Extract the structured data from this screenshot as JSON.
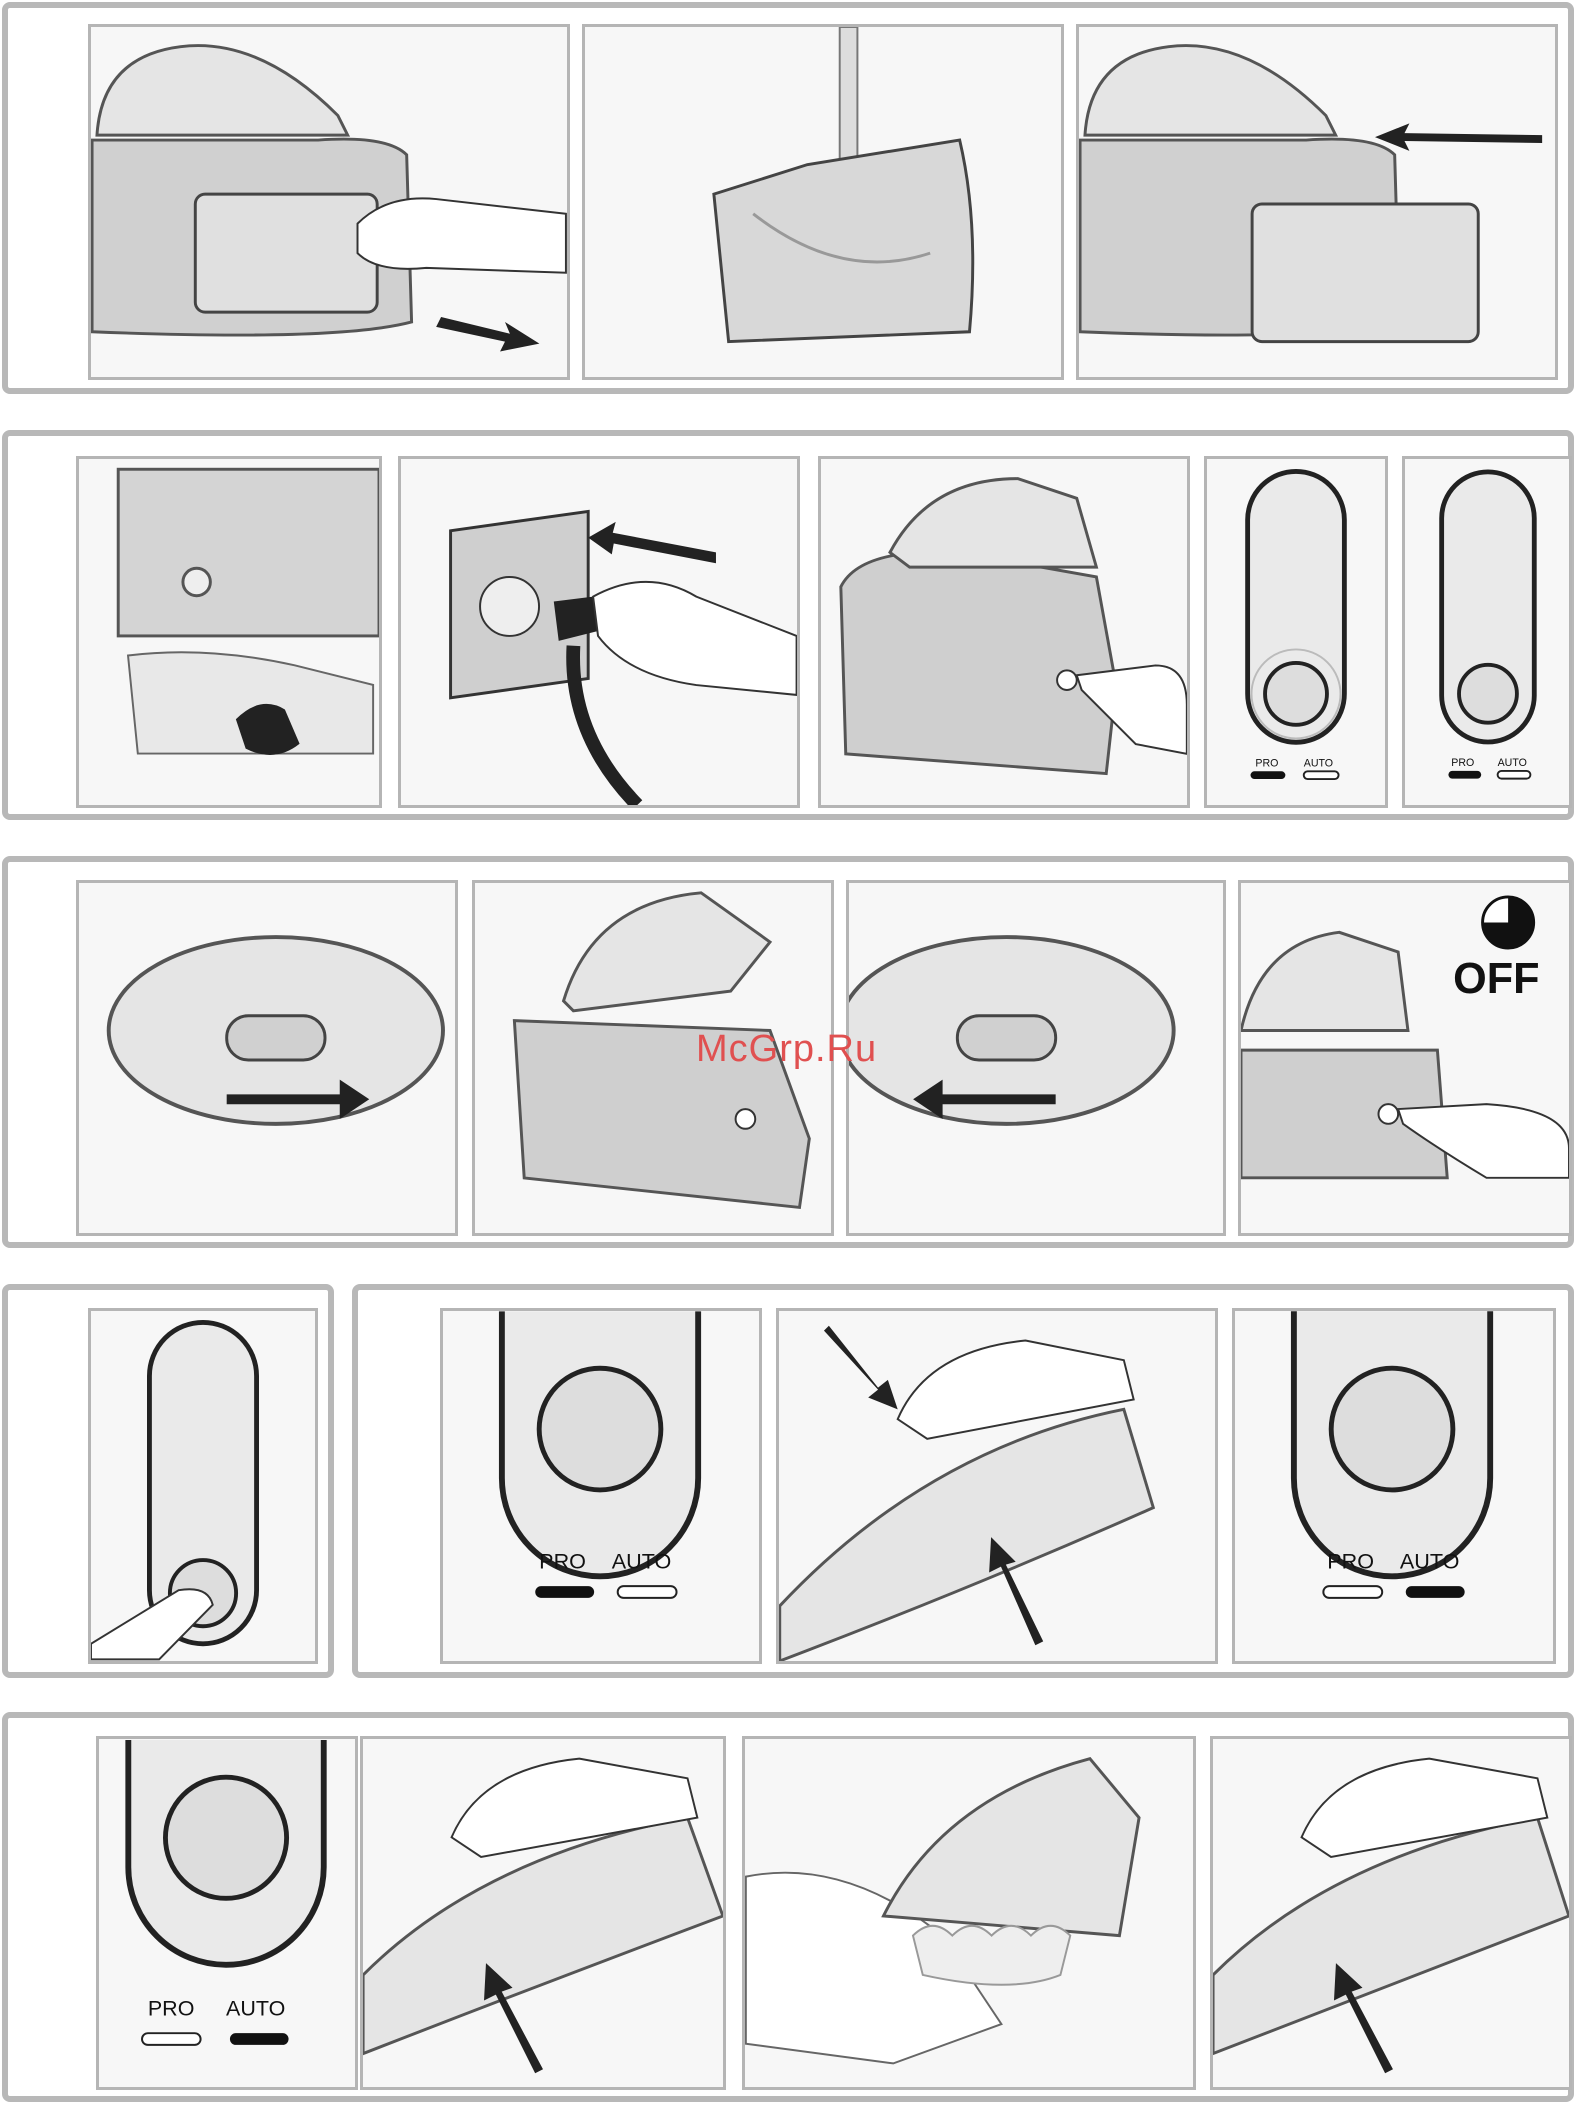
{
  "watermark": "McGrp.Ru",
  "labels": {
    "pro": "PRO",
    "auto": "AUTO",
    "off": "OFF"
  },
  "colors": {
    "frame": "#b8b8b8",
    "panel_border": "#b5b5b5",
    "device_gray": "#c9c9c9",
    "dark": "#111111",
    "watermark": "#e05050"
  },
  "icons": [
    "arrow-icon",
    "hand-icon",
    "steam-generator-icon",
    "water-tank-icon",
    "plug-icon",
    "power-button-icon",
    "control-panel-icon",
    "iron-icon",
    "timer-icon",
    "steam-cloud-icon"
  ]
}
